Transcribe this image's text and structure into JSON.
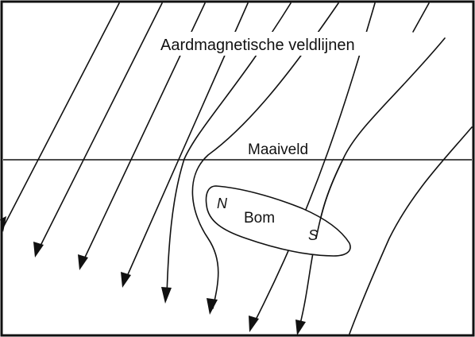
{
  "title": "Aardmagnetische veldlijnen",
  "ground_label": "Maaiveld",
  "object_label": "Bom",
  "poles": {
    "north": "N",
    "south": "S"
  },
  "colors": {
    "line": "#111111",
    "background": "#ffffff"
  }
}
